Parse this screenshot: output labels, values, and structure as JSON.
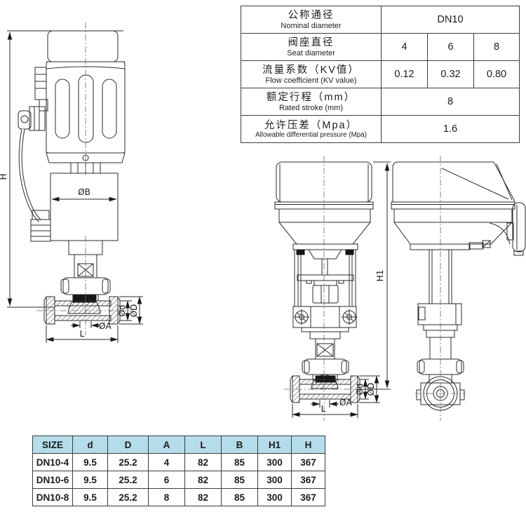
{
  "spec_table": {
    "rows": [
      {
        "zh": "公称通径",
        "en": "Nominal diameter",
        "values": [
          "DN10"
        ]
      },
      {
        "zh": "阀座直径",
        "en": "Seat diameter",
        "values": [
          "4",
          "6",
          "8"
        ]
      },
      {
        "zh": "流量系数（KV值）",
        "en": "Flow coefficient (KV value)",
        "values": [
          "0.12",
          "0.32",
          "0.80"
        ]
      },
      {
        "zh": "额定行程（mm）",
        "en": "Rated stroke (mm)",
        "values": [
          "8"
        ]
      },
      {
        "zh": "允许压差（Mpa）",
        "en": "Allowable differential pressure (Mpa)",
        "values": [
          "1.6"
        ]
      }
    ]
  },
  "size_table": {
    "header_bg": "#b5dcea",
    "headers": [
      "SIZE",
      "d",
      "D",
      "A",
      "L",
      "B",
      "H1",
      "H"
    ],
    "rows": [
      [
        "DN10-4",
        "9.5",
        "25.2",
        "4",
        "82",
        "85",
        "300",
        "367"
      ],
      [
        "DN10-6",
        "9.5",
        "25.2",
        "6",
        "82",
        "85",
        "300",
        "367"
      ],
      [
        "DN10-8",
        "9.5",
        "25.2",
        "8",
        "82",
        "85",
        "300",
        "367"
      ]
    ]
  },
  "drawings": {
    "left_front_view": {
      "labels": {
        "height": "H",
        "actuator_diameter": "ØB",
        "seat_bore": "ØA",
        "face_to_face": "L",
        "pipe_od": "Ød",
        "clamp_od": "ØD"
      }
    },
    "center_front_view": {
      "labels": {
        "height": "H1",
        "seat_bore": "ØA",
        "face_to_face": "L",
        "pipe_od": "Ød",
        "clamp_od": "ØD"
      }
    }
  }
}
